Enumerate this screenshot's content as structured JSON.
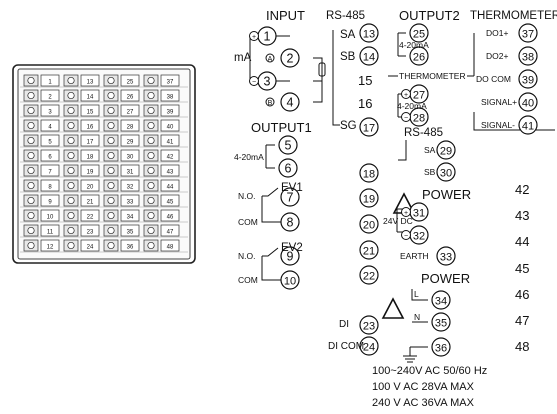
{
  "headers": {
    "input": "INPUT",
    "rs485_top": "RS-485",
    "output2": "OUTPUT2",
    "thermometer_top": "THERMOMETER",
    "output1": "OUTPUT1",
    "ev1": "EV1",
    "ev2": "EV2",
    "thermometer_mid": "THERMOMETER",
    "rs485_mid": "RS-485",
    "power_mid": "POWER",
    "power_low": "POWER"
  },
  "labels": {
    "ma": "mA",
    "range_out2": "4-20mA",
    "range_therm": "4-20mA",
    "range_out1": "4-20mA",
    "sa_top": "SA",
    "sb_top": "SB",
    "sg": "SG",
    "sa_mid": "SA",
    "sb_mid": "SB",
    "do1": "DO1+",
    "do2": "DO2+",
    "docom": "DO COM",
    "sig_plus": "SIGNAL+",
    "sig_minus": "SIGNAL-",
    "no1": "N.O.",
    "com1": "COM",
    "no2": "N.O.",
    "com2": "COM",
    "v24": "24V DC",
    "earth": "EARTH",
    "di": "DI",
    "dicom": "DI COM",
    "pw_l": "L",
    "pw_n": "N"
  },
  "terminals": {
    "t1": "1",
    "t2": "2",
    "t3": "3",
    "t4": "4",
    "t5": "5",
    "t6": "6",
    "t7": "7",
    "t8": "8",
    "t9": "9",
    "t10": "10",
    "t13": "13",
    "t14": "14",
    "t15": "15",
    "t16": "16",
    "t17": "17",
    "t18": "18",
    "t19": "19",
    "t20": "20",
    "t21": "21",
    "t22": "22",
    "t23": "23",
    "t24": "24",
    "t25": "25",
    "t26": "26",
    "t27": "27",
    "t28": "28",
    "t29": "29",
    "t30": "30",
    "t31": "31",
    "t32": "32",
    "t33": "33",
    "t34": "34",
    "t35": "35",
    "t36": "36",
    "t37": "37",
    "t38": "38",
    "t39": "39",
    "t40": "40",
    "t41": "41",
    "t42": "42",
    "t43": "43",
    "t44": "44",
    "t45": "45",
    "t46": "46",
    "t47": "47",
    "t48": "48"
  },
  "specs": {
    "line1": "100~240V AC 50/60 Hz",
    "line2": "100 V AC 28VA MAX",
    "line3": "240 V AC 36VA MAX"
  },
  "panel": {
    "col1": [
      "1",
      "2",
      "3",
      "4",
      "5",
      "6",
      "7",
      "8",
      "9",
      "10",
      "11",
      "12"
    ],
    "col2": [
      "13",
      "14",
      "15",
      "16",
      "17",
      "18",
      "19",
      "20",
      "21",
      "22",
      "23",
      "24"
    ],
    "col3": [
      "25",
      "26",
      "27",
      "28",
      "29",
      "30",
      "31",
      "32",
      "33",
      "34",
      "35",
      "36"
    ],
    "col4": [
      "37",
      "38",
      "39",
      "40",
      "41",
      "42",
      "43",
      "44",
      "45",
      "46",
      "47",
      "48"
    ]
  }
}
